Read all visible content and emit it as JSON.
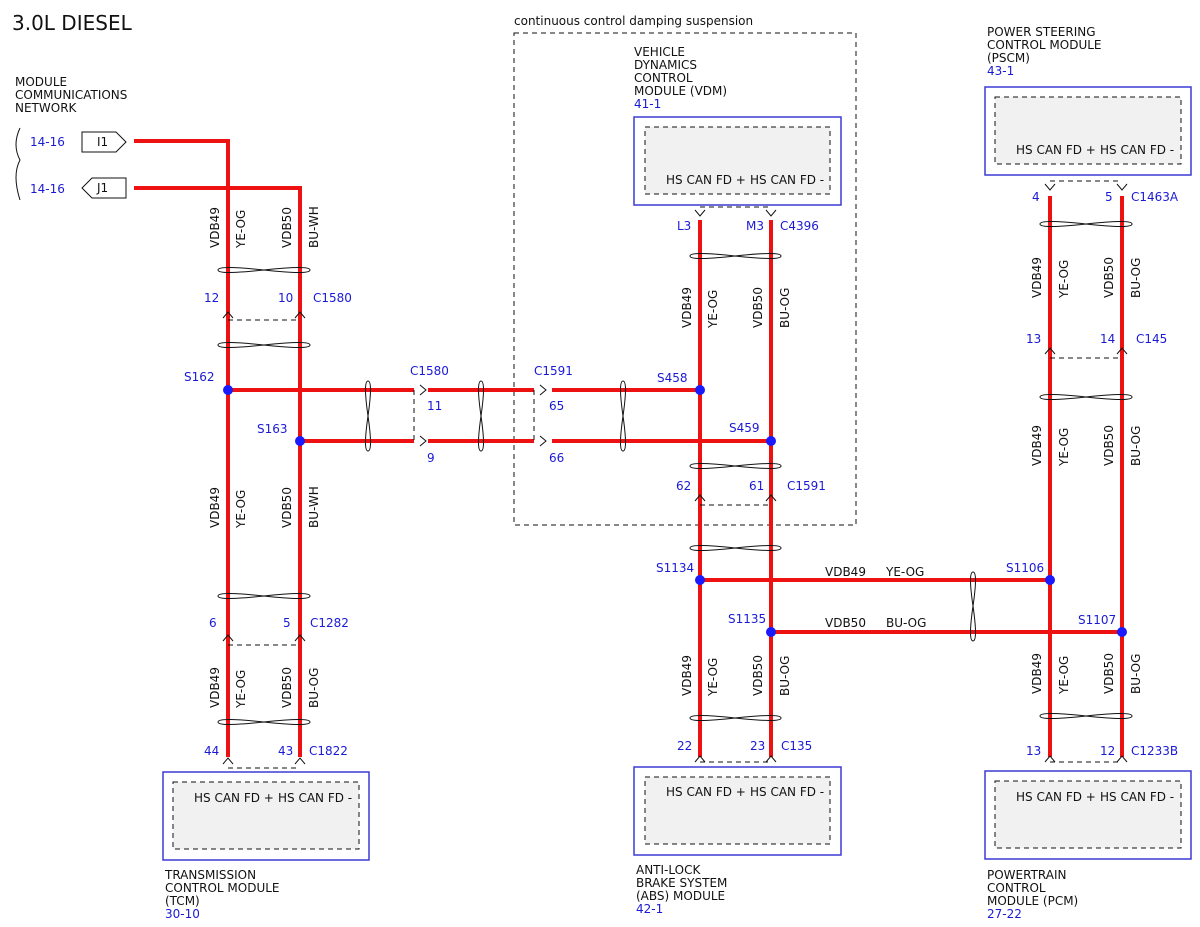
{
  "title": "3.0L DIESEL",
  "colors": {
    "wire": "#ee1111",
    "label_blue": "#1a1ad6",
    "box_border": "#3b3bd6"
  },
  "suspension_label": "continuous control damping suspension",
  "network": {
    "label": [
      "MODULE",
      "COMMUNICATIONS",
      "NETWORK"
    ],
    "ref1": "14-16",
    "ref2": "14-16",
    "tag1": "I1",
    "tag2": "J1"
  },
  "vdm": {
    "name": [
      "VEHICLE",
      "DYNAMICS",
      "CONTROL",
      "MODULE (VDM)"
    ],
    "ref": "41-1",
    "pin_plus": "HS CAN FD +",
    "pin_minus": "HS CAN FD -"
  },
  "pscm": {
    "name": [
      "POWER STEERING",
      "CONTROL MODULE",
      "(PSCM)"
    ],
    "ref": "43-1",
    "pin_plus": "HS CAN FD +",
    "pin_minus": "HS CAN FD -"
  },
  "tcm": {
    "name": [
      "TRANSMISSION",
      "CONTROL MODULE",
      "(TCM)"
    ],
    "ref": "30-10",
    "pin_plus": "HS CAN FD +",
    "pin_minus": "HS CAN FD -"
  },
  "abs": {
    "name": [
      "ANTI-LOCK",
      "BRAKE SYSTEM",
      "(ABS) MODULE"
    ],
    "ref": "42-1",
    "pin_plus": "HS CAN FD +",
    "pin_minus": "HS CAN FD -"
  },
  "pcm": {
    "name": [
      "POWERTRAIN",
      "CONTROL",
      "MODULE (PCM)"
    ],
    "ref": "27-22",
    "pin_plus": "HS CAN FD +",
    "pin_minus": "HS CAN FD -"
  },
  "connectors": {
    "c1580_top": {
      "pin_a": "12",
      "pin_b": "10",
      "name": "C1580"
    },
    "c1580_mid": {
      "name": "C1580",
      "pin_a": "11",
      "pin_b": "9"
    },
    "c1591_mid": {
      "name": "C1591",
      "pin_a": "65",
      "pin_b": "66"
    },
    "c4396": {
      "pin_a": "L3",
      "pin_b": "M3",
      "name": "C4396"
    },
    "c1591_low": {
      "pin_a": "62",
      "pin_b": "61",
      "name": "C1591"
    },
    "c1282": {
      "pin_a": "6",
      "pin_b": "5",
      "name": "C1282"
    },
    "c1822": {
      "pin_a": "44",
      "pin_b": "43",
      "name": "C1822"
    },
    "c135": {
      "pin_a": "22",
      "pin_b": "23",
      "name": "C135"
    },
    "c1463a": {
      "pin_a": "4",
      "pin_b": "5",
      "name": "C1463A"
    },
    "c145": {
      "pin_a": "13",
      "pin_b": "14",
      "name": "C145"
    },
    "c1233b": {
      "pin_a": "13",
      "pin_b": "12",
      "name": "C1233B"
    }
  },
  "splices": {
    "s162": "S162",
    "s163": "S163",
    "s458": "S458",
    "s459": "S459",
    "s1134": "S1134",
    "s1135": "S1135",
    "s1106": "S1106",
    "s1107": "S1107"
  },
  "wires": {
    "circuit_a": "VDB49",
    "color_a": "YE-OG",
    "circuit_b": "VDB50",
    "color_b": "BU-WH",
    "color_c": "BU-OG"
  }
}
